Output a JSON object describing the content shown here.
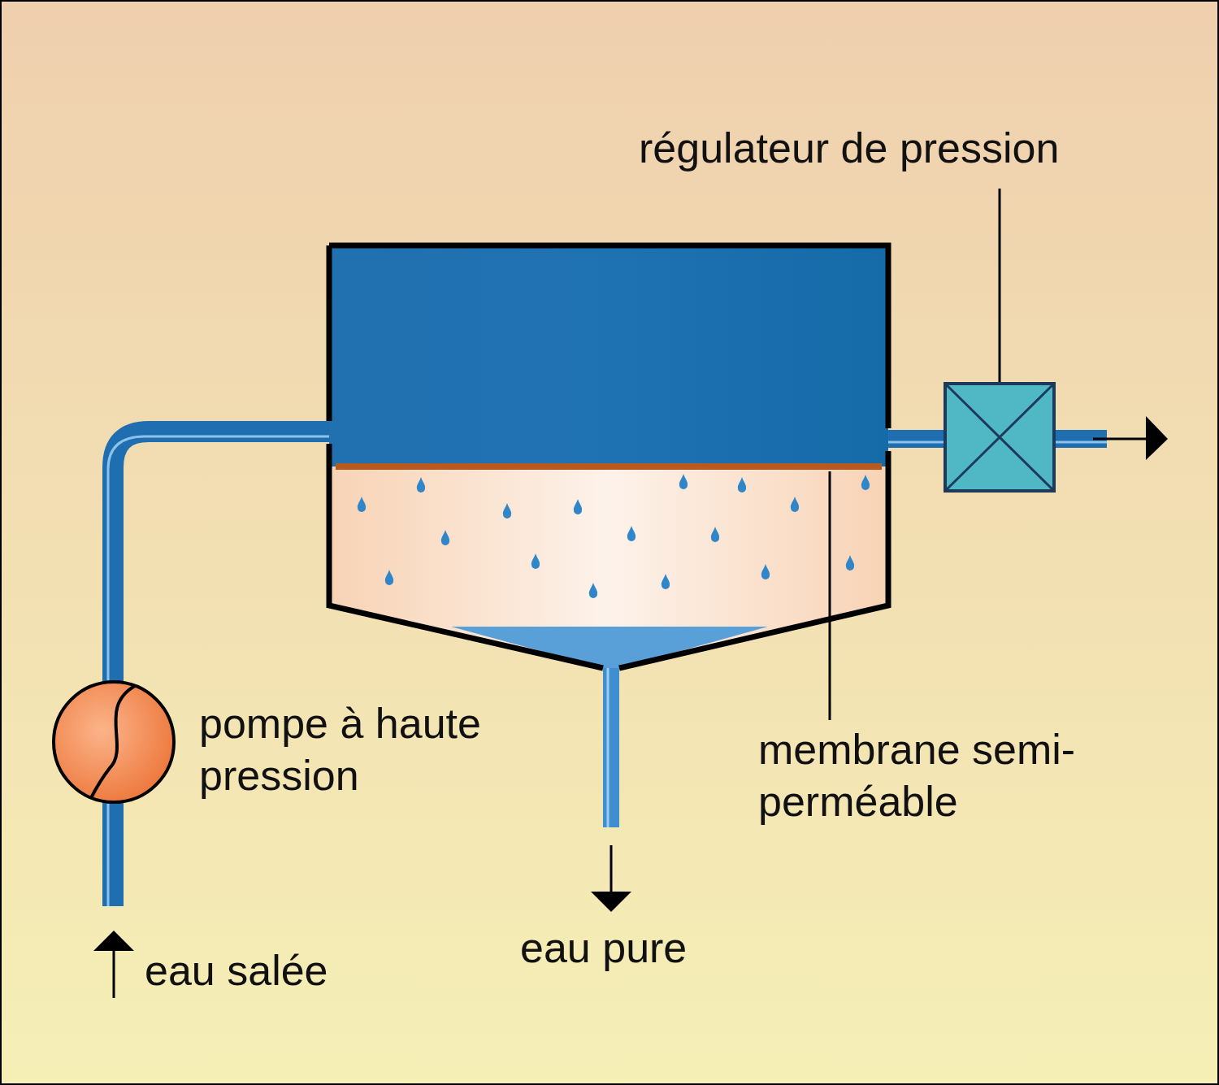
{
  "diagram": {
    "labels": [
      "régulateur de pression",
      "pompe à haute pression",
      "membrane semi-perméable",
      "eau salée",
      "eau pure"
    ]
  }
}
